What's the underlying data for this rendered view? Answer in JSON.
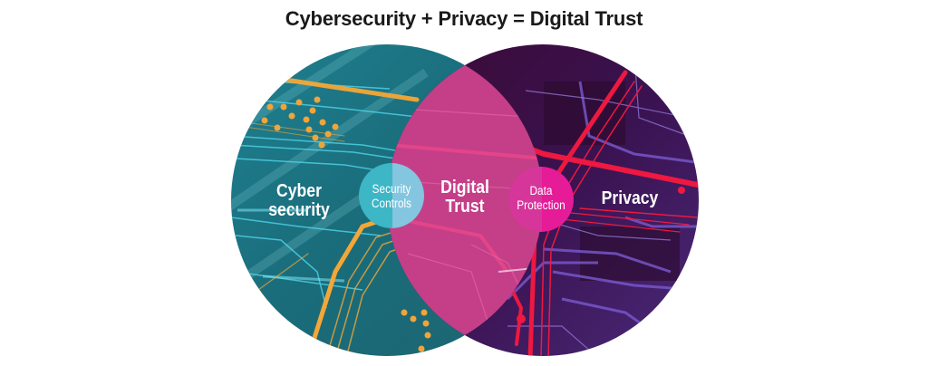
{
  "title": "Cybersecurity + Privacy = Digital Trust",
  "diagram": {
    "type": "venn",
    "circles": [
      {
        "id": "cybersecurity",
        "label_line1": "Cyber",
        "label_line2": "security",
        "color": "#1c6f7c",
        "texture_accent": "#f0a030"
      },
      {
        "id": "privacy",
        "label": "Privacy",
        "color": "#3a0c40",
        "texture_accent": "#e8153c"
      }
    ],
    "intersection": {
      "label_line1": "Digital",
      "label_line2": "Trust",
      "color": "#c63d86"
    },
    "connectors": [
      {
        "id": "security-controls",
        "label_line1": "Security",
        "label_line2": "Controls",
        "color_left": "#3bb5c5",
        "color_right": "#86c6e0"
      },
      {
        "id": "data-protection",
        "label_line1": "Data",
        "label_line2": "Protection",
        "color_left": "#d9359a",
        "color_right": "#e41a98"
      }
    ]
  },
  "colors": {
    "title": "#1a1a1a",
    "label": "#ffffff"
  }
}
